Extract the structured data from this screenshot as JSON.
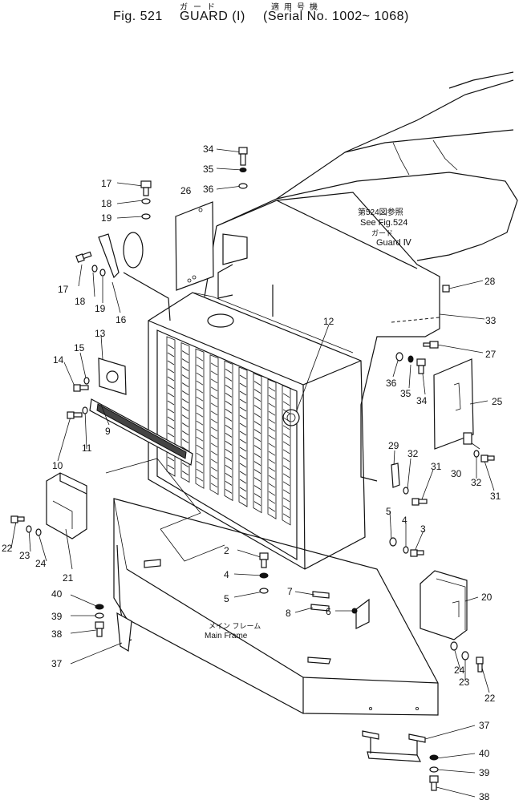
{
  "header": {
    "ruby_guard": "ガード",
    "ruby_serial": "適用号機",
    "fig_no": "Fig. 521",
    "title": "GUARD (I)",
    "serial": "(Serial No. 1002~ 1068)"
  },
  "reference": {
    "jp_fig": "第524図参照",
    "see_fig": "See Fig.524",
    "jp_guard": "ガード",
    "guard_label": "Guard Ⅳ"
  },
  "frame_label": {
    "jp": "メイン フレーム",
    "en": "Main Frame"
  },
  "callouts": {
    "c34_top": "34",
    "c35_top": "35",
    "c36_top": "36",
    "c17_top": "17",
    "c18_top": "18",
    "c19_top": "19",
    "c26": "26",
    "c17_left": "17",
    "c18_left": "18",
    "c19_left": "19",
    "c16": "16",
    "c13": "13",
    "c14": "14",
    "c15": "15",
    "c12": "12",
    "c28": "28",
    "c33": "33",
    "c27": "27",
    "c36_mid": "36",
    "c35_mid": "35",
    "c34_mid": "34",
    "c25": "25",
    "c9": "9",
    "c10": "10",
    "c11": "11",
    "c29": "29",
    "c32_a": "32",
    "c31_a": "31",
    "c30": "30",
    "c32_b": "32",
    "c31_b": "31",
    "c5_right": "5",
    "c4_right": "4",
    "c3": "3",
    "c22_left": "22",
    "c23_left": "23",
    "c24_left": "24",
    "c21": "21",
    "c2": "2",
    "c4_mid": "4",
    "c5_mid": "5",
    "c7": "7",
    "c8": "8",
    "c6": "6",
    "c20": "20",
    "c40_left": "40",
    "c39_left": "39",
    "c38_left": "38",
    "c37_left": "37",
    "c24_right": "24",
    "c23_right": "23",
    "c22_right": "22",
    "c37_right": "37",
    "c40_right": "40",
    "c39_right": "39",
    "c38_right": "38"
  }
}
